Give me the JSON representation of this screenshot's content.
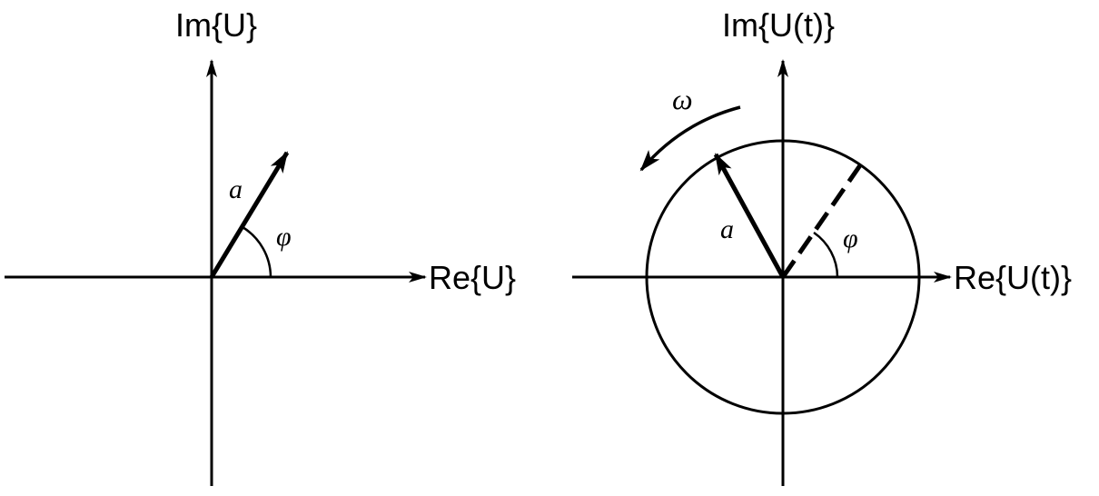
{
  "left_diagram": {
    "real_axis_label": "Re{U}",
    "imag_axis_label": "Im{U}",
    "magnitude_label": "a",
    "angle_label": "φ"
  },
  "right_diagram": {
    "real_axis_label": "Re{U(t)}",
    "imag_axis_label": "Im{U(t)}",
    "magnitude_label": "a",
    "angle_label": "φ",
    "angular_velocity_label": "ω"
  },
  "colors": {
    "ink": "#000000",
    "background": "#ffffff"
  }
}
